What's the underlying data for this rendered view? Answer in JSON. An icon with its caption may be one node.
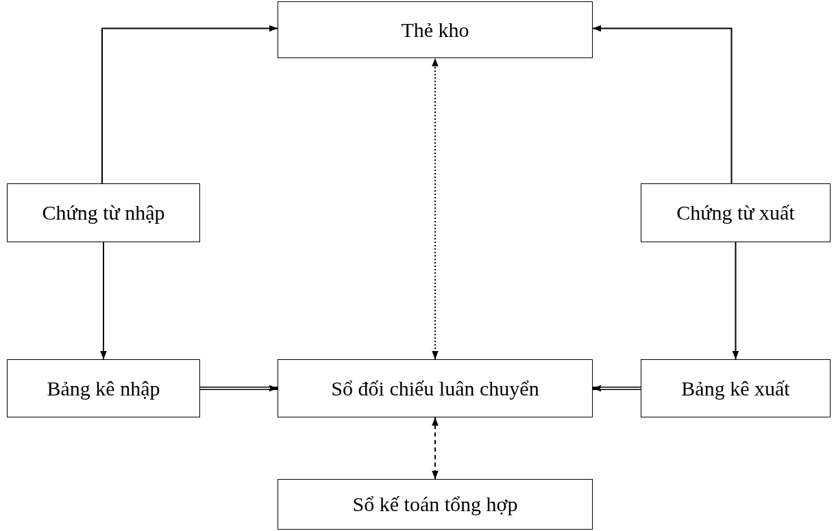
{
  "diagram": {
    "nodes": [
      {
        "text": [
          "Thẻ kho"
        ]
      },
      {
        "text": [
          "Chứng từ nhập"
        ]
      },
      {
        "text": [
          "Chứng từ xuất"
        ]
      },
      {
        "text": [
          "Bảng kê nhập"
        ]
      },
      {
        "text": [
          "Sổ đối chiếu luân chuyển"
        ]
      },
      {
        "text": [
          "Bảng kê xuất"
        ]
      },
      {
        "text": [
          "Sổ kế toán tổng hợp"
        ]
      }
    ],
    "edges": [
      {
        "from": 1,
        "to": 0,
        "arrow": "to"
      },
      {
        "from": 2,
        "to": 0,
        "arrow": "to"
      },
      {
        "from": 1,
        "to": 3,
        "arrow": "to"
      },
      {
        "from": 2,
        "to": 5,
        "arrow": "to"
      },
      {
        "from": 3,
        "to": 4,
        "arrow": "to",
        "style": "thick"
      },
      {
        "from": 5,
        "to": 4,
        "arrow": "to",
        "style": "thick"
      },
      {
        "from": 4,
        "to": 0,
        "arrow": "both",
        "style": "dashed"
      },
      {
        "from": 4,
        "to": 6,
        "arrow": "both",
        "style": "dashed"
      }
    ]
  }
}
